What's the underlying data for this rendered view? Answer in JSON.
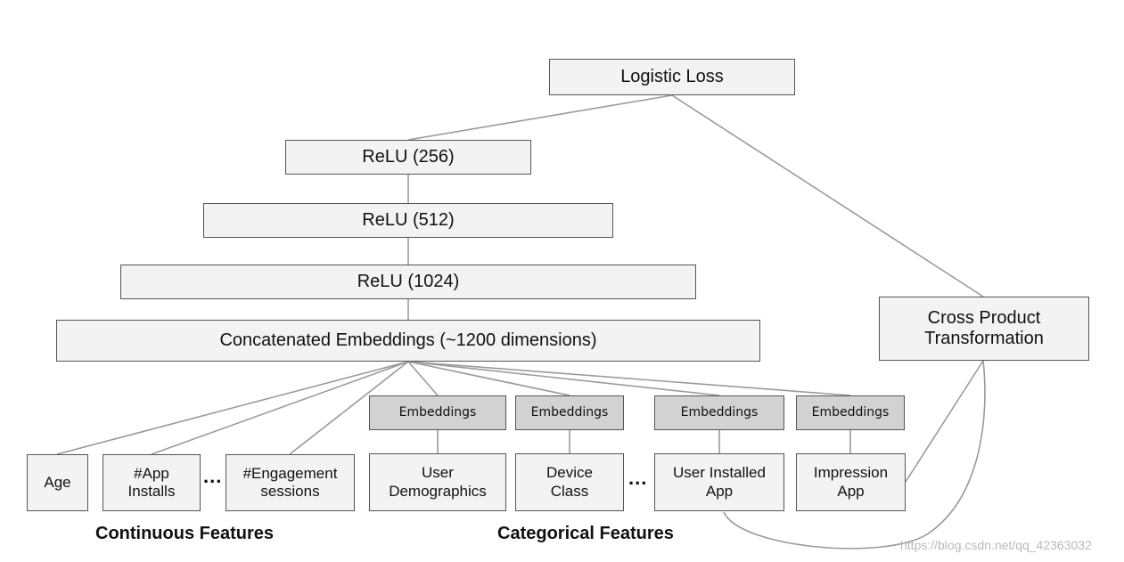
{
  "nodes": {
    "logistic_loss": "Logistic Loss",
    "relu_256": "ReLU (256)",
    "relu_512": "ReLU (512)",
    "relu_1024": "ReLU (1024)",
    "concat": "Concatenated Embeddings (~1200 dimensions)",
    "cross_product": "Cross Product\nTransformation"
  },
  "embedding_label": "Embeddings",
  "continuous_features": [
    "Age",
    "#App\nInstalls",
    "#Engagement\nsessions"
  ],
  "categorical_features": [
    "User\nDemographics",
    "Device\nClass",
    "User Installed\nApp",
    "Impression\nApp"
  ],
  "ellipsis": "...",
  "group_labels": {
    "continuous": "Continuous Features",
    "categorical": "Categorical Features"
  },
  "watermark": "https://blog.csdn.net/qq_42363032"
}
